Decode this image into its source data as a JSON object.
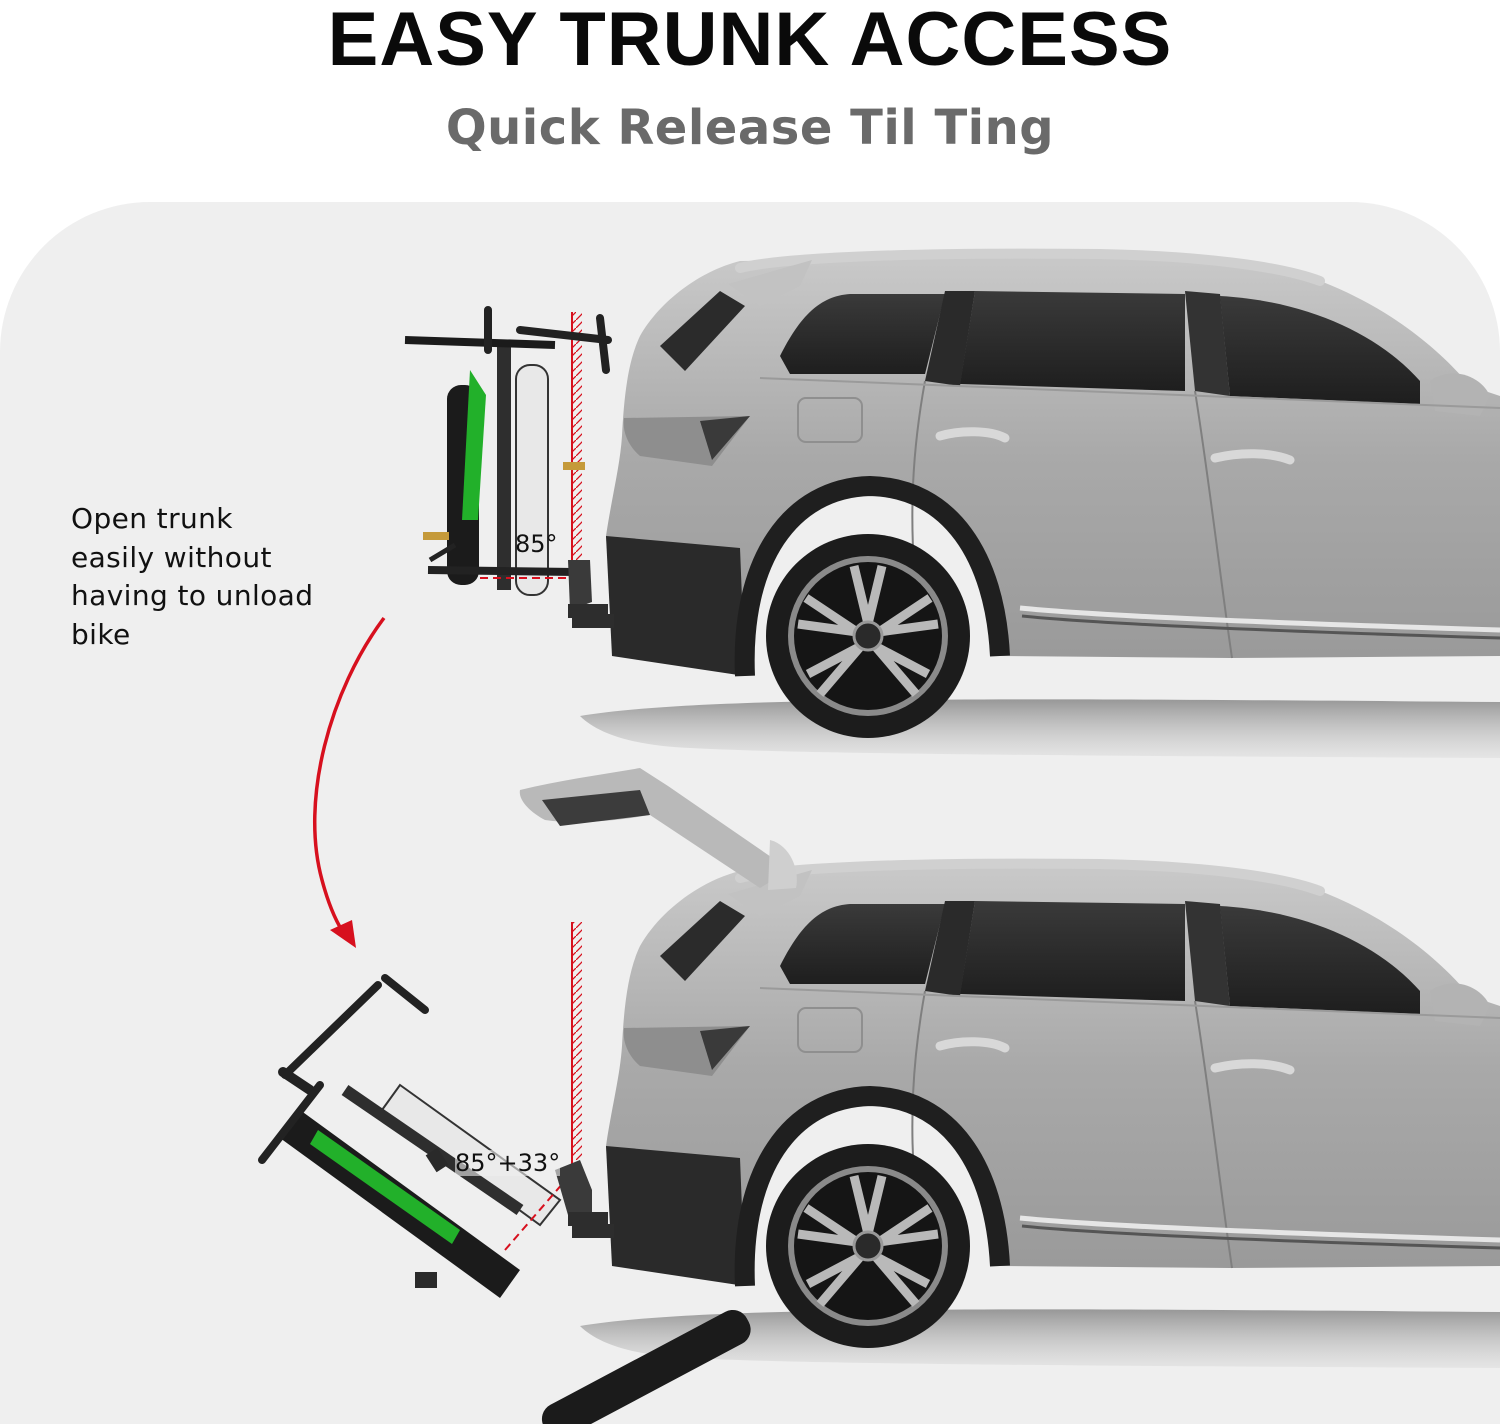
{
  "header": {
    "title": "EASY TRUNK ACCESS",
    "subtitle": "Quick Release Til Ting"
  },
  "caption": {
    "lines": [
      "Open trunk",
      "easily without",
      "having to unload",
      "bike"
    ]
  },
  "illustration": {
    "top_scene": {
      "description": "Silver SUV with hitch-mounted 2-bike rack upright, trunk closed",
      "angle_label": "85°"
    },
    "bottom_scene": {
      "description": "Silver SUV with trunk open and bike rack tilted away",
      "angle_label": "85°+33°"
    },
    "arrow": {
      "direction": "down",
      "icon": "curved-arrow-icon"
    }
  },
  "colors": {
    "accent_red": "#d7101e",
    "panel_bg": "#efefef",
    "title": "#0a0a0a",
    "subtitle": "#6a6a6a",
    "bike_green": "#22b02a"
  }
}
